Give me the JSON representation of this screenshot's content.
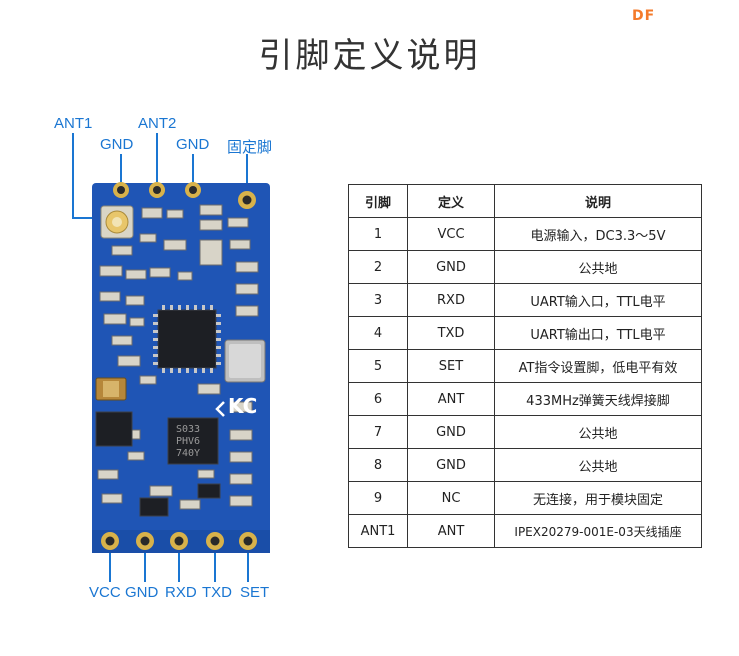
{
  "logo": "DF",
  "title": "引脚定义说明",
  "top_labels": {
    "ant1": "ANT1",
    "ant2": "ANT2",
    "gnd_left": "GND",
    "gnd_right": "GND",
    "fixed": "固定脚"
  },
  "bottom_labels": [
    "VCC",
    "GND",
    "RXD",
    "TXD",
    "SET"
  ],
  "chip_marks": {
    "logo_mark": "KC",
    "ic_text": [
      "S033",
      "PHV6",
      "740Y"
    ]
  },
  "table": {
    "headers": [
      "引脚",
      "定义",
      "说明"
    ],
    "rows": [
      [
        "1",
        "VCC",
        "电源输入，DC3.3～5V"
      ],
      [
        "2",
        "GND",
        "公共地"
      ],
      [
        "3",
        "RXD",
        "UART输入口，TTL电平"
      ],
      [
        "4",
        "TXD",
        "UART输出口，TTL电平"
      ],
      [
        "5",
        "SET",
        "AT指令设置脚，低电平有效"
      ],
      [
        "6",
        "ANT",
        "433MHz弹簧天线焊接脚"
      ],
      [
        "7",
        "GND",
        "公共地"
      ],
      [
        "8",
        "GND",
        "公共地"
      ],
      [
        "9",
        "NC",
        "无连接，用于模块固定"
      ],
      [
        "ANT1",
        "ANT",
        "IPEX20279-001E-03天线插座"
      ]
    ]
  },
  "colors": {
    "pcb": "#1f55b5",
    "label": "#1a76d2",
    "gold": "#d8b24a",
    "logo": "#f47a2a"
  }
}
